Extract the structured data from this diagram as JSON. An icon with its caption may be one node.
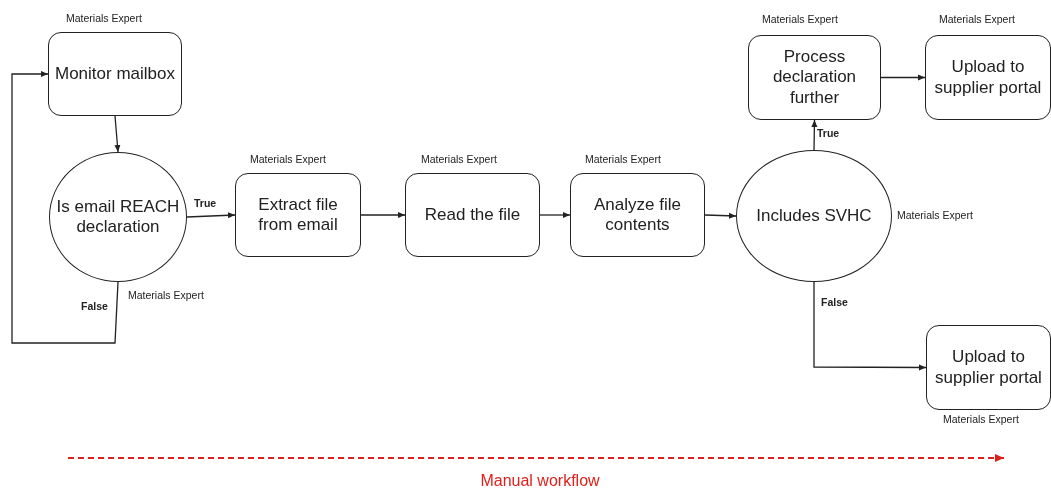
{
  "diagram": {
    "nodes": [
      {
        "text": [
          "Monitor mailbox"
        ],
        "beside": [
          "Materials Expert"
        ]
      },
      {
        "text": [
          "Is email REACH declaration"
        ],
        "beside": [
          "Materials Expert"
        ]
      },
      {
        "text": [
          "Extract file from email"
        ],
        "beside": [
          "Materials Expert"
        ]
      },
      {
        "text": [
          "Read the file"
        ],
        "beside": [
          "Materials Expert"
        ]
      },
      {
        "text": [
          "Analyze file contents"
        ],
        "beside": [
          "Materials Expert"
        ]
      },
      {
        "text": [
          "Includes SVHC"
        ],
        "beside": [
          "Materials Expert"
        ]
      },
      {
        "text": [
          "Process declaration further"
        ],
        "beside": [
          "Materials Expert"
        ]
      },
      {
        "text": [
          "Upload to supplier portal"
        ],
        "beside": [
          "Materials Expert"
        ]
      },
      {
        "text": [
          "Upload to supplier portal"
        ],
        "beside": [
          "Materials Expert"
        ]
      }
    ],
    "edges": [
      {
        "from": 0,
        "to": 1,
        "arrow": "to"
      },
      {
        "from": 1,
        "to": 2,
        "arrow": "to",
        "label": "True"
      },
      {
        "from": 1,
        "to": 0,
        "arrow": "to",
        "label": "False"
      },
      {
        "from": 2,
        "to": 3,
        "arrow": "to"
      },
      {
        "from": 3,
        "to": 4,
        "arrow": "to"
      },
      {
        "from": 4,
        "to": 5,
        "arrow": "to"
      },
      {
        "from": 5,
        "to": 6,
        "arrow": "to",
        "label": "True"
      },
      {
        "from": 6,
        "to": 7,
        "arrow": "to"
      },
      {
        "from": 5,
        "to": 8,
        "arrow": "to",
        "label": "False"
      }
    ],
    "labels": [
      "Manual workflow"
    ]
  }
}
